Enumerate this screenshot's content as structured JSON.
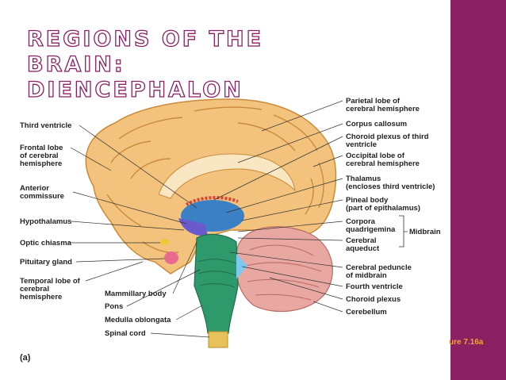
{
  "slide": {
    "title_line1": "REGIONS OF THE BRAIN:",
    "title_line2": "DIENCEPHALON",
    "figure_ref": "ure 7.16a",
    "accent_color": "#8a1f62"
  },
  "figure": {
    "panel_label": "(a)",
    "left_labels": [
      {
        "id": "third-ventricle",
        "lines": [
          "Third ventricle"
        ]
      },
      {
        "id": "frontal-lobe",
        "lines": [
          "Frontal lobe",
          "of cerebral",
          "hemisphere"
        ]
      },
      {
        "id": "anterior-commissure",
        "lines": [
          "Anterior",
          "commissure"
        ]
      },
      {
        "id": "hypothalamus",
        "lines": [
          "Hypothalamus"
        ]
      },
      {
        "id": "optic-chiasma",
        "lines": [
          "Optic chiasma"
        ]
      },
      {
        "id": "pituitary-gland",
        "lines": [
          "Pituitary gland"
        ]
      },
      {
        "id": "temporal-lobe",
        "lines": [
          "Temporal lobe of",
          "cerebral",
          "hemisphere"
        ]
      }
    ],
    "bottom_labels": [
      {
        "id": "mammillary-body",
        "lines": [
          "Mammillary body"
        ]
      },
      {
        "id": "pons",
        "lines": [
          "Pons"
        ]
      },
      {
        "id": "medulla-oblongata",
        "lines": [
          "Medulla oblongata"
        ]
      },
      {
        "id": "spinal-cord",
        "lines": [
          "Spinal cord"
        ]
      }
    ],
    "right_labels": [
      {
        "id": "parietal-lobe",
        "lines": [
          "Parietal lobe of",
          "cerebral hemisphere"
        ]
      },
      {
        "id": "corpus-callosum",
        "lines": [
          "Corpus callosum"
        ]
      },
      {
        "id": "choroid-plexus-third",
        "lines": [
          "Choroid plexus of third",
          "ventricle"
        ]
      },
      {
        "id": "occipital-lobe",
        "lines": [
          "Occipital lobe of",
          "cerebral hemisphere"
        ]
      },
      {
        "id": "thalamus",
        "lines": [
          "Thalamus",
          "(encloses third ventricle)"
        ]
      },
      {
        "id": "pineal-body",
        "lines": [
          "Pineal body",
          "(part of epithalamus)"
        ]
      },
      {
        "id": "corpora-quadrigemina",
        "lines": [
          "Corpora",
          "quadrigemina"
        ]
      },
      {
        "id": "cerebral-aqueduct",
        "lines": [
          "Cerebral",
          "aqueduct"
        ]
      },
      {
        "id": "cerebral-peduncle",
        "lines": [
          "Cerebral peduncle",
          "of midbrain"
        ]
      },
      {
        "id": "fourth-ventricle",
        "lines": [
          "Fourth ventricle"
        ]
      },
      {
        "id": "choroid-plexus",
        "lines": [
          "Choroid plexus"
        ]
      },
      {
        "id": "cerebellum",
        "lines": [
          "Cerebellum"
        ]
      }
    ],
    "bracket_label": "Midbrain"
  }
}
